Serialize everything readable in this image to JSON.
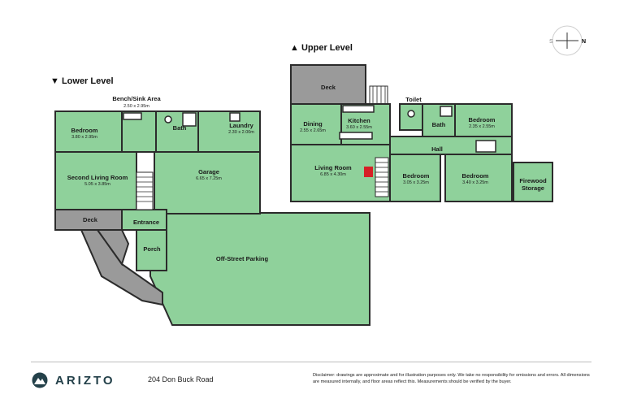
{
  "levels": {
    "lower": "▼ Lower Level",
    "upper": "▲ Upper Level"
  },
  "rooms": {
    "lower": {
      "bench": {
        "name": "Bench/Sink Area",
        "dim": "2.50 x 2.95m"
      },
      "bedroom": {
        "name": "Bedroom",
        "dim": "3.80 x 2.95m"
      },
      "bath": {
        "name": "Bath"
      },
      "laundry": {
        "name": "Laundry",
        "dim": "2.30 x 2.00m"
      },
      "second_living": {
        "name": "Second Living Room",
        "dim": "5.05 x 3.85m"
      },
      "garage": {
        "name": "Garage",
        "dim": "6.65 x 7.25m"
      },
      "deck": {
        "name": "Deck"
      },
      "entrance": {
        "name": "Entrance"
      },
      "porch": {
        "name": "Porch"
      },
      "parking": {
        "name": "Off-Street Parking"
      }
    },
    "upper": {
      "deck": {
        "name": "Deck"
      },
      "toilet": {
        "name": "Toilet"
      },
      "dining": {
        "name": "Dining",
        "dim": "2.55 x 2.65m"
      },
      "kitchen": {
        "name": "Kitchen",
        "dim": "3.60 x 2.55m"
      },
      "bath": {
        "name": "Bath"
      },
      "bedroom1": {
        "name": "Bedroom",
        "dim": "2.35 x 2.55m"
      },
      "hall": {
        "name": "Hall"
      },
      "living": {
        "name": "Living Room",
        "dim": "6.85 x 4.30m"
      },
      "bedroom2": {
        "name": "Bedroom",
        "dim": "3.05 x 3.25m"
      },
      "bedroom3": {
        "name": "Bedroom",
        "dim": "3.40 x 3.25m"
      },
      "firewood": {
        "name1": "Firewood",
        "name2": "Storage"
      }
    }
  },
  "compass": {
    "n": "N",
    "s": "S"
  },
  "footer": {
    "brand": "ARIZTO",
    "address": "204 Don Buck Road",
    "disclaimer": "Disclaimer: drawings are approximate and for illustration purposes only. We take no responsibility for omissions and errors. All dimensions are measured internally, and floor areas reflect this. Measurements should be verified by the buyer."
  },
  "colors": {
    "room": "#8fd19b",
    "exterior": "#9a9a9a",
    "wall": "#2b2b2b",
    "brand": "#24414a",
    "fireplace": "#d61f26"
  }
}
